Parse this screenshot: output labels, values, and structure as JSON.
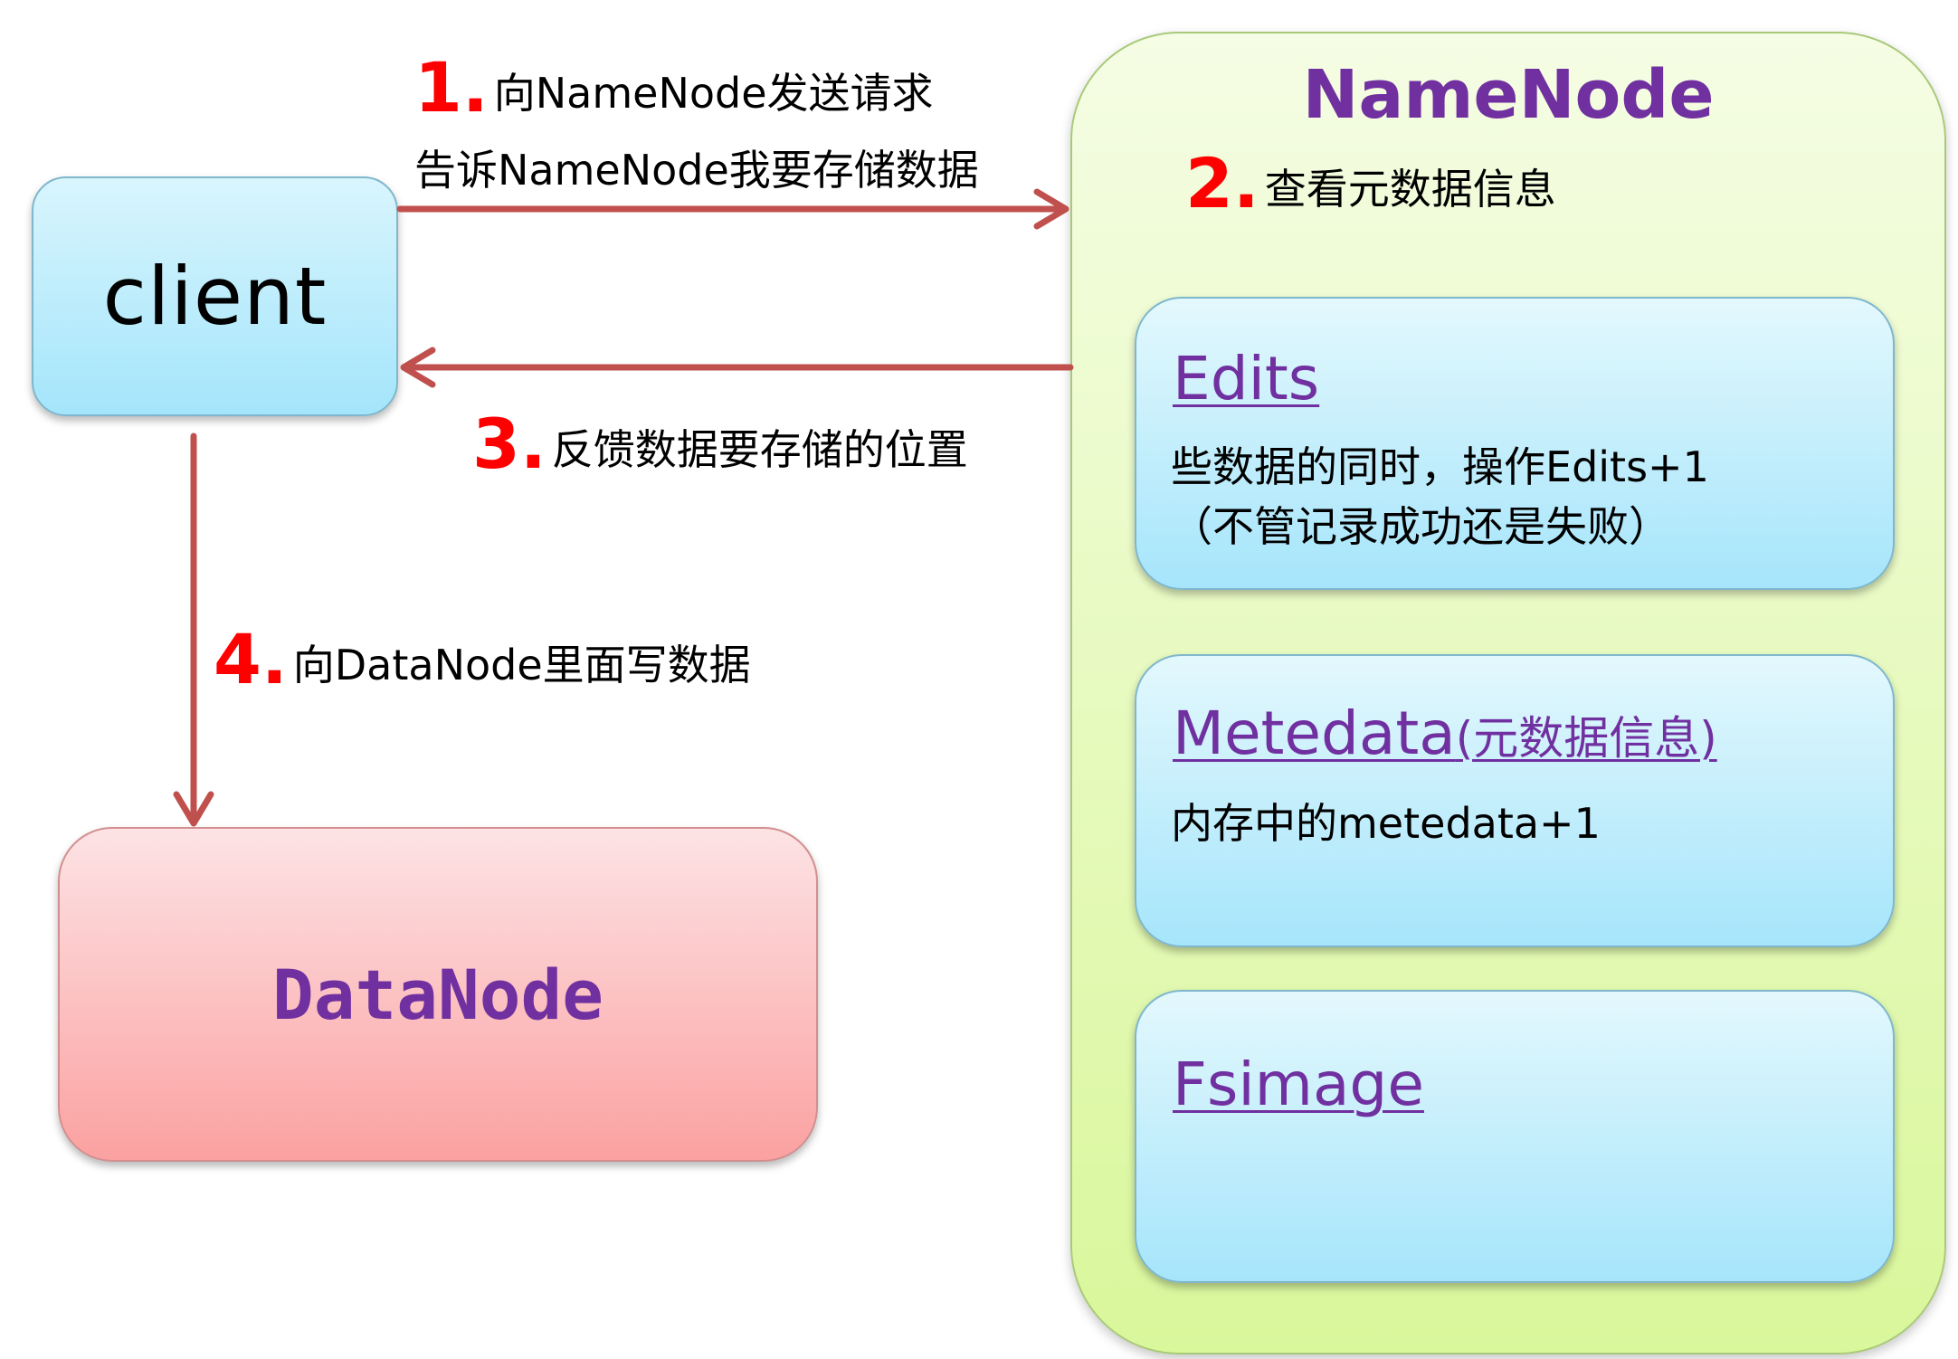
{
  "client": {
    "label": "client"
  },
  "datanode": {
    "label": "DataNode"
  },
  "namenode": {
    "title": "NameNode",
    "edits": {
      "title": "Edits",
      "line1": "些数据的同时，操作Edits+1",
      "line2": "（不管记录成功还是失败）"
    },
    "metadata": {
      "title": "Metedata",
      "subtitle": "(元数据信息)",
      "line1": "内存中的metedata+1"
    },
    "fsimage": {
      "title": "Fsimage"
    }
  },
  "steps": [
    {
      "number": "1.",
      "line1": "向NameNode发送请求",
      "line2": "告诉NameNode我要存储数据"
    },
    {
      "number": "2.",
      "text": "查看元数据信息"
    },
    {
      "number": "3.",
      "text": "反馈数据要存储的位置"
    },
    {
      "number": "4.",
      "text": "向DataNode里面写数据"
    }
  ],
  "colors": {
    "arrow": "#c0504d",
    "step_number": "#ff0000",
    "title_purple": "#7030a0",
    "client_fill": "#a4e5fb",
    "datanode_fill": "#fba1a1",
    "namenode_fill": "#d9f79b"
  }
}
